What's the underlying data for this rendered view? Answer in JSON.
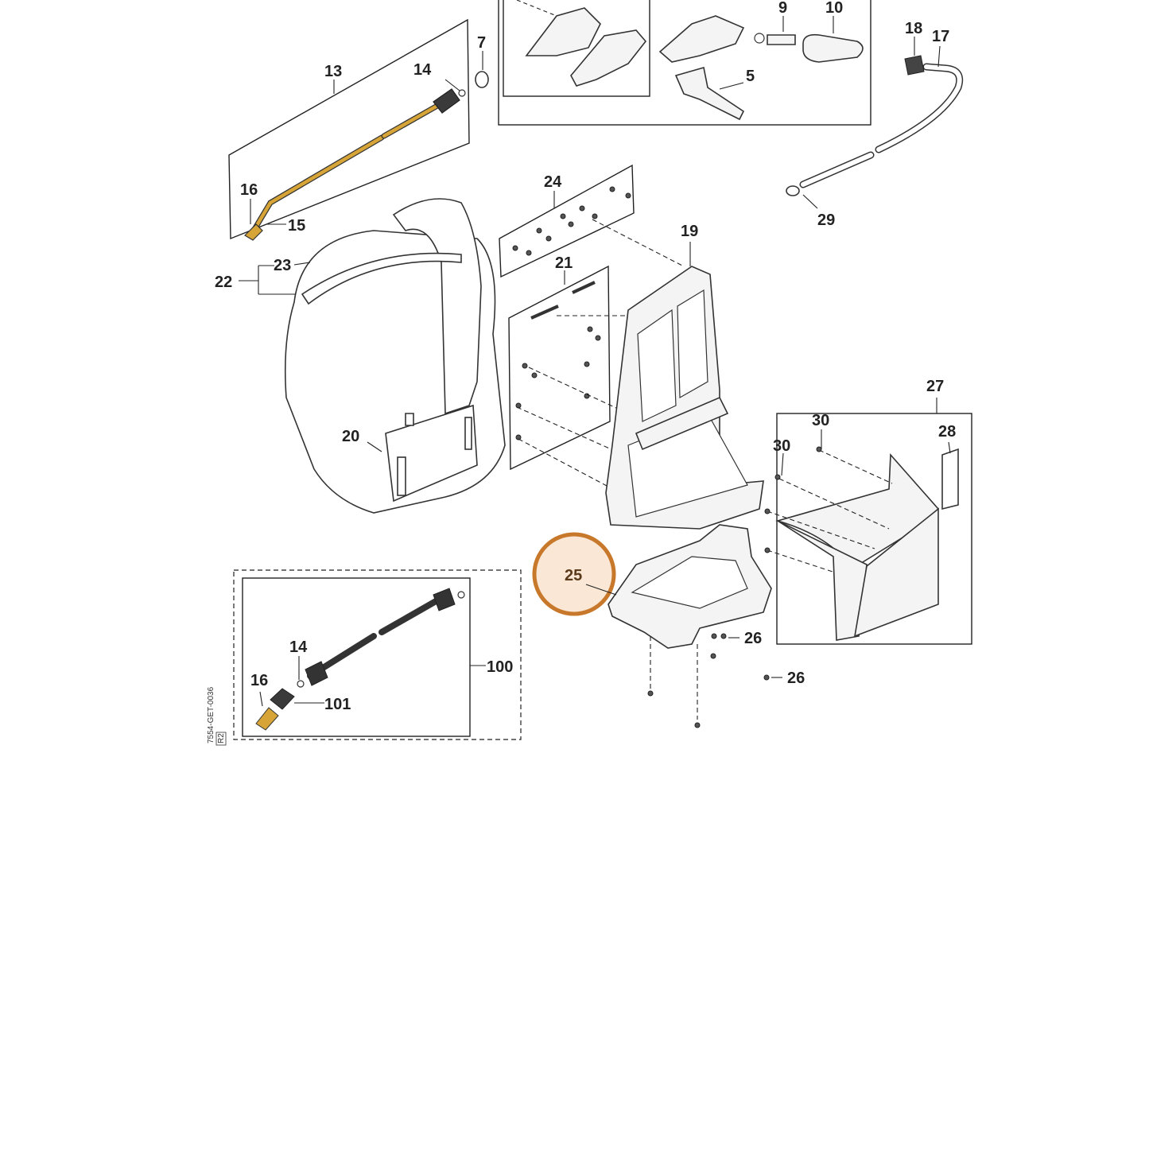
{
  "labels": {
    "l5": "5",
    "l7": "7",
    "l9": "9",
    "l10": "10",
    "l13": "13",
    "l14a": "14",
    "l14b": "14",
    "l15": "15",
    "l16a": "16",
    "l16b": "16",
    "l17": "17",
    "l18": "18",
    "l19": "19",
    "l20": "20",
    "l21": "21",
    "l22": "22",
    "l23": "23",
    "l24": "24",
    "l25": "25",
    "l26a": "26",
    "l26b": "26",
    "l27": "27",
    "l28": "28",
    "l29": "29",
    "l30a": "30",
    "l30b": "30",
    "l100": "100",
    "l101": "101"
  },
  "drawing_code": "7554-GET-0036",
  "drawing_code_tag": "R2",
  "colors": {
    "highlight": "#c8782a",
    "highlight_fill": "#f6d3b2",
    "lance_yellow": "#d6a437",
    "lance_dark": "#3a3a3a"
  }
}
